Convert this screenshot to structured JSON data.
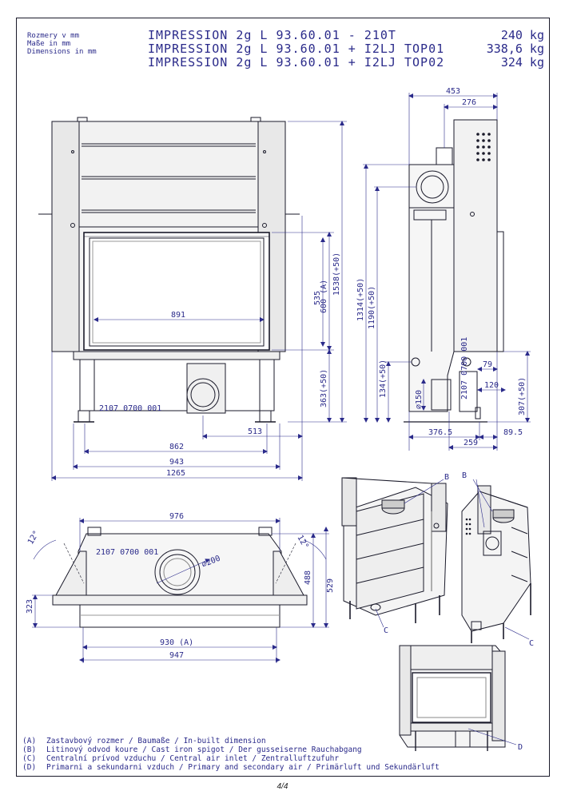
{
  "header": {
    "units": [
      "Rozmery v mm",
      "Maße in mm",
      "Dimensions in mm"
    ],
    "models": [
      {
        "name": "IMPRESSION 2g L 93.60.01 - 210T",
        "weight": "240 kg"
      },
      {
        "name": "IMPRESSION 2g L 93.60.01 + I2LJ TOP01",
        "weight": "338,6 kg"
      },
      {
        "name": "IMPRESSION 2g L 93.60.01 + I2LJ TOP02",
        "weight": "324 kg"
      }
    ]
  },
  "front_view": {
    "dims": {
      "glass_width": "891",
      "width_862": "862",
      "width_943": "943",
      "width_1265": "1265",
      "offset_513": "513",
      "h_535": "535",
      "h_600": "600 (A)",
      "h_1538": "1538(+50)",
      "h_363": "363(+50)"
    },
    "plate": "2107 0700 001"
  },
  "side_view": {
    "dims": {
      "w_453": "453",
      "w_276": "276",
      "h_1314": "1314(+50)",
      "h_1190": "1190(+50)",
      "h_134": "134(+50)",
      "d_150": "⌀150",
      "w_79": "79",
      "w_120": "120",
      "h_307": "307(+50)",
      "w_376": "376.5",
      "w_259": "259",
      "w_89": "89.5"
    },
    "plate": "2107 0700 001"
  },
  "top_view": {
    "dims": {
      "w_976": "976",
      "w_930": "930 (A)",
      "w_947": "947",
      "d_200": "⌀200",
      "h_488": "488",
      "h_529": "529",
      "h_323": "323",
      "angle_left": "12°",
      "angle_right": "12°"
    },
    "plate": "2107 0700 001"
  },
  "iso_labels": {
    "b1": "B",
    "b2": "B",
    "c1": "C",
    "c2": "C",
    "d": "D"
  },
  "legend": [
    {
      "key": "(A)",
      "text": "Zastavbový rozmer / Baumaße / In-built dimension"
    },
    {
      "key": "(B)",
      "text": "Litinový odvod koure / Cast iron spigot / Der gusseiserne Rauchabgang"
    },
    {
      "key": "(C)",
      "text": "Centralní prívod vzduchu / Central air inlet / Zentralluftzufuhr"
    },
    {
      "key": "(D)",
      "text": "Primarni a sekundarni vzduch / Primary and secondary air / Primärluft und Sekundärluft"
    }
  ],
  "page": "4/4"
}
